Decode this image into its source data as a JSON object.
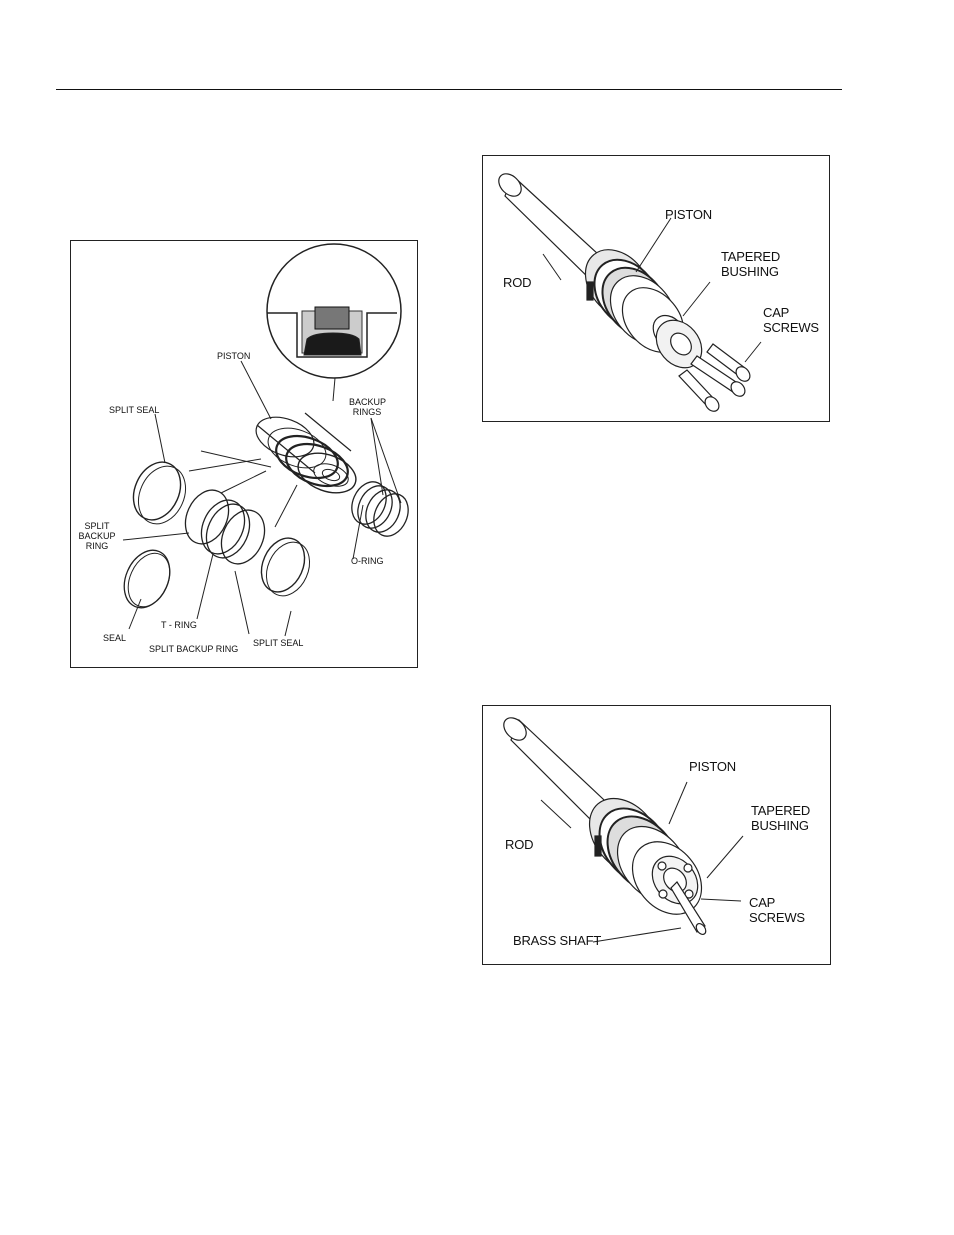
{
  "figure_seal_kit": {
    "labels": {
      "piston": "PISTON",
      "split_seal_top": "SPLIT SEAL",
      "backup_rings": "BACKUP RINGS",
      "split_backup_ring_left": "SPLIT BACKUP RING",
      "o_ring": "O-RING",
      "seal": "SEAL",
      "t_ring": "T - RING",
      "split_backup_ring_bottom": "SPLIT BACKUP RING",
      "split_seal_bottom": "SPLIT SEAL"
    }
  },
  "figure_piston_assembly": {
    "labels": {
      "piston": "PISTON",
      "tapered_bushing": "TAPERED BUSHING",
      "rod": "ROD",
      "cap_screws": "CAP SCREWS"
    }
  },
  "figure_brass_shaft": {
    "labels": {
      "piston": "PISTON",
      "tapered_bushing": "TAPERED BUSHING",
      "rod": "ROD",
      "cap_screws": "CAP SCREWS",
      "brass_shaft": "BRASS SHAFT"
    }
  }
}
